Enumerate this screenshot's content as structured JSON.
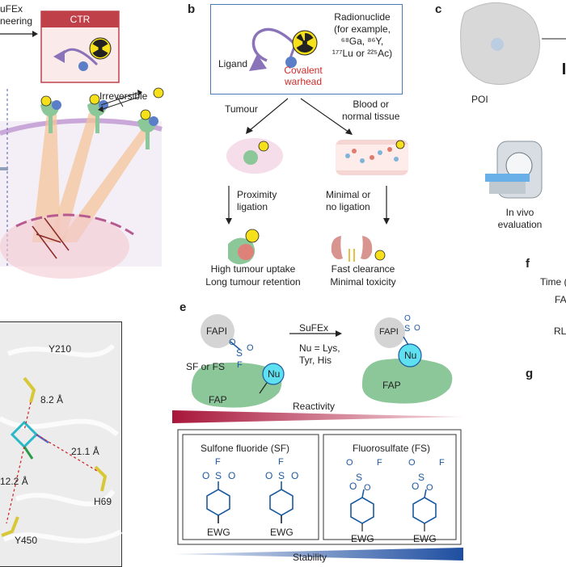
{
  "panels": {
    "a": {
      "text_sufex": "uFEx",
      "text_engineering": "neering",
      "ctr_label": "CTR",
      "irreversible": "Irreversible"
    },
    "b": {
      "letter": "b",
      "radionuclide_lines": [
        "Radionuclide",
        "(for example,",
        "⁶⁸Ga, ⁸⁶Y,",
        "¹⁷⁷Lu or ²²⁵Ac)"
      ],
      "ligand": "Ligand",
      "covalent_lines": [
        "Covalent",
        "warhead"
      ],
      "tumour": "Tumour",
      "blood_lines": [
        "Blood or",
        "normal tissue"
      ],
      "proximity_lines": [
        "Proximity",
        "ligation"
      ],
      "minimal_lines": [
        "Minimal or",
        "no ligation"
      ],
      "outcome_left": [
        "High tumour uptake",
        "Long tumour retention"
      ],
      "outcome_right": [
        "Fast clearance",
        "Minimal toxicity"
      ]
    },
    "c": {
      "letter": "c",
      "poi": "POI",
      "invivo_lines": [
        "In vivo",
        "evaluation"
      ]
    },
    "d": {
      "residues": [
        "Y210",
        "H69",
        "Y450"
      ],
      "distances": [
        "8.2 Å",
        "21.1 Å",
        "12.2 Å"
      ]
    },
    "e": {
      "letter": "e",
      "fapi": "FAPI",
      "sf_or_fs": "SF or FS",
      "fap": "FAP",
      "nu": "Nu",
      "sufex": "SuFEx",
      "nu_lines": [
        "Nu = Lys,",
        "Tyr, His"
      ],
      "reactivity": "Reactivity",
      "stability": "Stability",
      "box_sf_title": "Sulfone fluoride (SF)",
      "box_fs_title": "Fluorosulfate (FS)",
      "ewg": "EWG",
      "atom_F": "F",
      "atom_S": "S",
      "atom_O": "O"
    },
    "f": {
      "letter": "f",
      "time": "Time (",
      "fa": "FA",
      "rl": "RL"
    },
    "g": {
      "letter": "g"
    }
  },
  "colors": {
    "ctr_red": "#c0404a",
    "box_blue": "#4a78b8",
    "arrow_purple": "#8a73b8",
    "radiation_yellow": "#f5e01a",
    "fap_green": "#8cc79a",
    "nu_cyan": "#5ee0f0",
    "chem_blue": "#1c5aa0",
    "reactivity_red": "#a8163a",
    "stability_blue": "#1e4ea0"
  }
}
